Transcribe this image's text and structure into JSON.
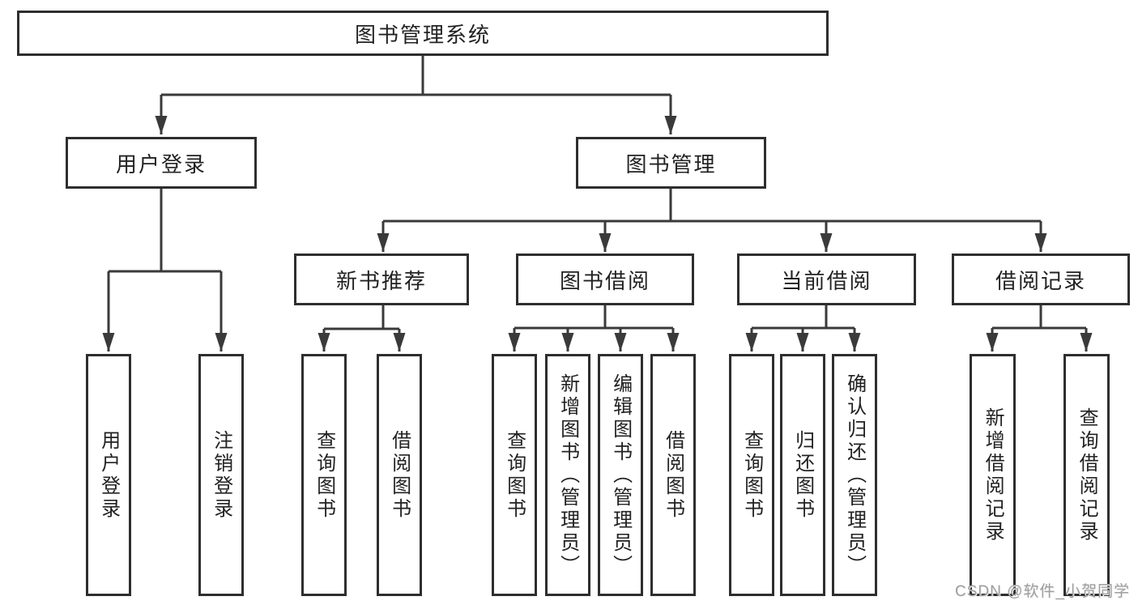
{
  "page": {
    "background": "#ffffff",
    "watermark": "CSDN @软件_小贺同学",
    "colors": {
      "line": "#3a3a3a",
      "box_border": "#2e2e2e",
      "text": "#222222",
      "watermark_text": "#9e9e9e"
    }
  },
  "tree": {
    "label": "图书管理系统",
    "children": [
      {
        "label": "用户登录",
        "children": [
          {
            "label": "用户登录"
          },
          {
            "label": "注销登录"
          }
        ]
      },
      {
        "label": "图书管理",
        "children": [
          {
            "label": "新书推荐",
            "children": [
              {
                "label": "查询图书"
              },
              {
                "label": "借阅图书"
              }
            ]
          },
          {
            "label": "图书借阅",
            "children": [
              {
                "label": "查询图书"
              },
              {
                "label": "新增图书（管理员）"
              },
              {
                "label": "编辑图书（管理员）"
              },
              {
                "label": "借阅图书"
              }
            ]
          },
          {
            "label": "当前借阅",
            "children": [
              {
                "label": "查询图书"
              },
              {
                "label": "归还图书"
              },
              {
                "label": "确认归还（管理员）"
              }
            ]
          },
          {
            "label": "借阅记录",
            "children": [
              {
                "label": "新增借阅记录"
              },
              {
                "label": "查询借阅记录"
              }
            ]
          }
        ]
      }
    ]
  }
}
